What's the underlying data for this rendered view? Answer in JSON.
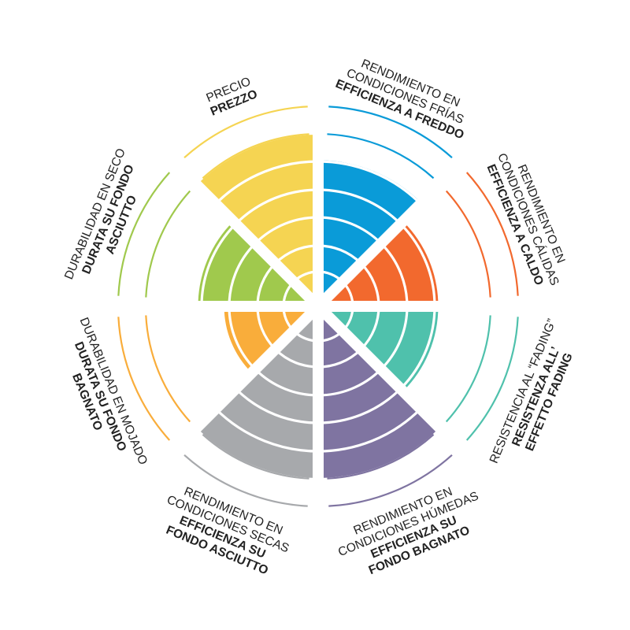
{
  "chart_data": {
    "type": "radial-bar",
    "max_value": 5,
    "segments": [
      {
        "id": "cold",
        "value": 5,
        "color": "#0a9bd8",
        "label_es": "RENDIMIENTO EN CONDICIONES FRÍAS",
        "label_es_lines": [
          "RENDIMIENTO EN",
          "CONDICIONES FRÍAS"
        ],
        "label_it": "EFFICIENZA A FREDDO",
        "label_it_lines": [
          "EFFICIENZA A FREDDO"
        ]
      },
      {
        "id": "hot",
        "value": 4,
        "color": "#f2692e",
        "label_es": "RENDIMIENTO EN CONDICIONES CÁLIDAS",
        "label_es_lines": [
          "RENDIMIENTO EN",
          "CONDICIONES CÁLIDAS"
        ],
        "label_it": "EFFICIENZA A CALDO",
        "label_it_lines": [
          "EFFICIENZA A CALDO"
        ]
      },
      {
        "id": "fading",
        "value": 4,
        "color": "#4fc1ac",
        "label_es": "RESISTENCIA AL “FADING”",
        "label_es_lines": [
          "RESISTENCIA AL “FADING”"
        ],
        "label_it": "RESISTENZA ALL’ EFFETTO FADING",
        "label_it_lines": [
          "RESISTENZA ALL’",
          "EFFETTO FADING"
        ]
      },
      {
        "id": "wet-efficiency",
        "value": 6,
        "color": "#7f74a1",
        "label_es": "RENDIMIENTO EN CONDICIONES HÚMEDAS",
        "label_es_lines": [
          "RENDIMIENTO EN",
          "CONDICIONES HÚMEDAS"
        ],
        "label_it": "EFFICIENZA SU FONDO BAGNATO",
        "label_it_lines": [
          "EFFICIENZA SU",
          "FONDO BAGNATO"
        ]
      },
      {
        "id": "dry-efficiency",
        "value": 6,
        "color": "#a7a9ac",
        "label_es": "RENDIMIENTO EN CONDICIONES SECAS",
        "label_es_lines": [
          "RENDIMIENTO EN",
          "CONDICIONES SECAS"
        ],
        "label_it": "EFFICIENZA SU FONDO ASCIUTTO",
        "label_it_lines": [
          "EFFICIENZA SU",
          "FONDO ASCIUTTO"
        ]
      },
      {
        "id": "wet-durability",
        "value": 3,
        "color": "#f9ad3b",
        "label_es": "DURABILIDAD EN MOJADO",
        "label_es_lines": [
          "DURABILIDAD EN MOJADO"
        ],
        "label_it": "DURATA SU FONDO BAGNATO",
        "label_it_lines": [
          "DURATA SU FONDO",
          "BAGNATO"
        ]
      },
      {
        "id": "dry-durability",
        "value": 4,
        "color": "#a0c94d",
        "label_es": "DURABILIDAD EN SECO",
        "label_es_lines": [
          "DURABILIDAD EN SECO"
        ],
        "label_it": "DURATA SU FONDO ASCIUTTO",
        "label_it_lines": [
          "DURATA SU FONDO",
          "ASCIUTTO"
        ]
      },
      {
        "id": "price",
        "value": 6,
        "color": "#f5d452",
        "label_es": "PRECIO",
        "label_es_lines": [
          "PRECIO"
        ],
        "label_it": "PREZZO",
        "label_it_lines": [
          "PREZZO"
        ]
      }
    ],
    "legend": "none",
    "grid": true
  }
}
